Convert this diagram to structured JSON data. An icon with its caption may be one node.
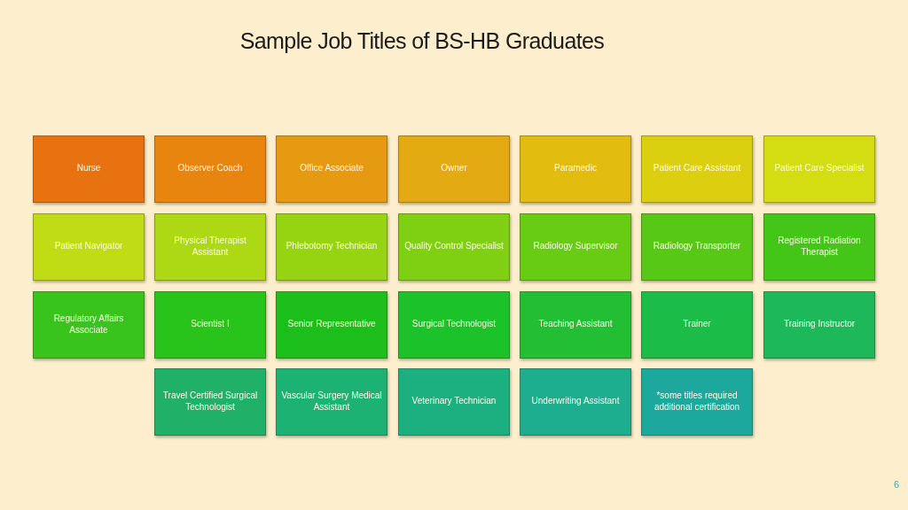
{
  "diagram": {
    "title": "Sample Job Titles of BS-HB Graduates",
    "nodes": [
      {
        "text": [
          "Nurse"
        ]
      },
      {
        "text": [
          "Observer Coach"
        ]
      },
      {
        "text": [
          "Office Associate"
        ]
      },
      {
        "text": [
          "Owner"
        ]
      },
      {
        "text": [
          "Paramedic"
        ]
      },
      {
        "text": [
          "Patient Care Assistant"
        ]
      },
      {
        "text": [
          "Patient Care Specialist"
        ]
      },
      {
        "text": [
          "Patient Navigator"
        ]
      },
      {
        "text": [
          "Physical Therapist Assistant"
        ]
      },
      {
        "text": [
          "Phlebotomy Technician"
        ]
      },
      {
        "text": [
          "Quality Control Specialist"
        ]
      },
      {
        "text": [
          "Radiology Supervisor"
        ]
      },
      {
        "text": [
          "Radiology Transporter"
        ]
      },
      {
        "text": [
          "Registered Radiation Therapist"
        ]
      },
      {
        "text": [
          "Regulatory Affairs Associate"
        ]
      },
      {
        "text": [
          "Scientist I"
        ]
      },
      {
        "text": [
          "Senior Representative"
        ]
      },
      {
        "text": [
          "Surgical Technologist"
        ]
      },
      {
        "text": [
          "Teaching Assistant"
        ]
      },
      {
        "text": [
          "Trainer"
        ]
      },
      {
        "text": [
          "Training Instructor"
        ]
      },
      {
        "text": [
          "Travel Certified Surgical Technologist"
        ]
      },
      {
        "text": [
          "Vascular Surgery Medical Assistant"
        ]
      },
      {
        "text": [
          "Veterinary Technician"
        ]
      },
      {
        "text": [
          "Underwriting Assistant"
        ]
      },
      {
        "text": [
          "*some titles required additional certification"
        ]
      }
    ],
    "labels": [
      "6"
    ]
  }
}
